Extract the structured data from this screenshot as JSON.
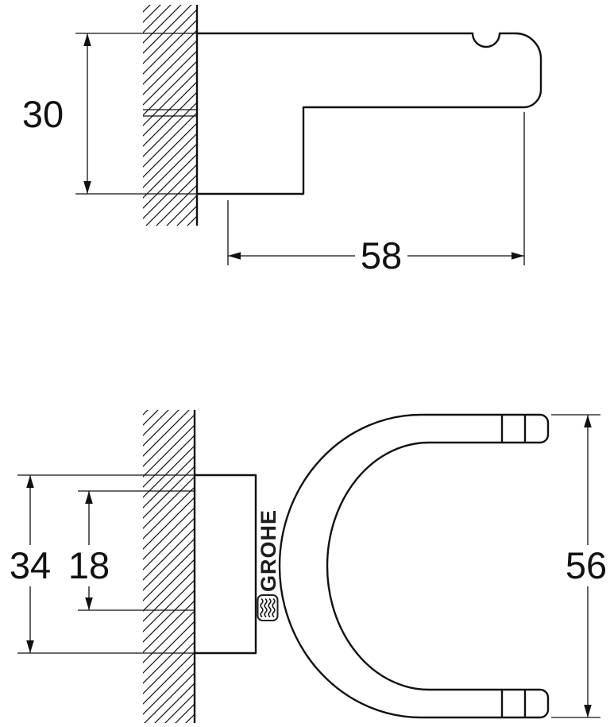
{
  "drawing": {
    "background": "#ffffff",
    "line_color": "#111111",
    "brand_color": "#1d1d1b",
    "side_view": {
      "dim_height_label": "30",
      "dim_depth_label": "58"
    },
    "front_view": {
      "dim_outer_height_label": "34",
      "dim_inner_height_label": "18",
      "dim_overall_height_label": "56",
      "brand_wordmark": "GROHE",
      "brand_emblem_icon": "grohe-wave-lines-icon"
    }
  }
}
